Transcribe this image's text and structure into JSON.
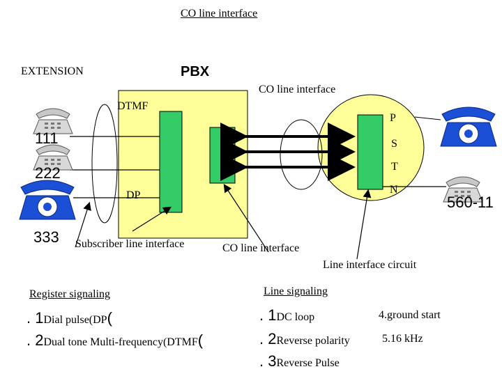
{
  "title": "CO line interface",
  "extension_label": "EXTENSION",
  "pbx_label": "PBX",
  "co_interface_top": "CO line interface",
  "dtmf_label": "DTMF",
  "dp_label": "DP",
  "psnt": [
    "P",
    "S",
    "T",
    "N"
  ],
  "extensions": [
    "111",
    "222",
    "333"
  ],
  "remote_number": "560-11",
  "subscriber_interface": "Subscriber line interface",
  "co_interface_bottom": "CO line interface",
  "line_interface_circuit": "Line interface circuit",
  "register_signaling": {
    "heading": "Register signaling",
    "items": [
      {
        "num": ". 1",
        "text": "Dial pulse(DP",
        "paren": "("
      },
      {
        "num": ". 2",
        "text": "Dual tone Multi-frequency(DTMF",
        "paren": "("
      }
    ]
  },
  "line_signaling": {
    "heading": "Line signaling",
    "items": [
      {
        "num": ". 1",
        "text": "DC loop"
      },
      {
        "num": ". 2",
        "text": "Reverse polarity"
      },
      {
        "num": ". 3",
        "text": "Reverse Pulse"
      }
    ],
    "extra": [
      "4.ground start",
      "5.16 kHz"
    ]
  },
  "colors": {
    "pbx_box": "#ffff99",
    "green_block": "#33cc66",
    "ring_bg": "#ffff99",
    "phone_blue": "#1a4fd6",
    "phone_gray": "#c8c8c8"
  }
}
